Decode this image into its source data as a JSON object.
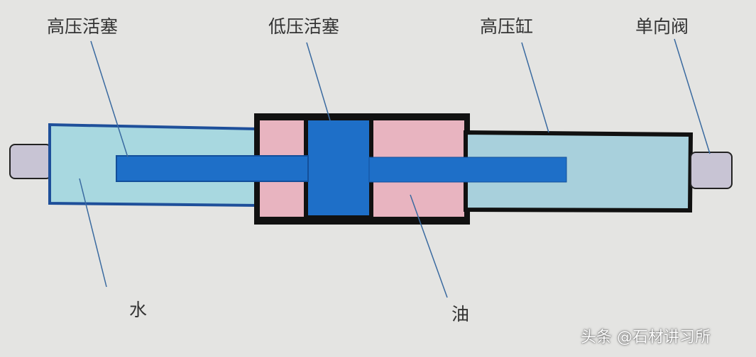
{
  "labels": {
    "high_pressure_piston": "高压活塞",
    "low_pressure_piston": "低压活塞",
    "high_pressure_cylinder": "高压缸",
    "check_valve": "单向阀",
    "water": "水",
    "oil": "油"
  },
  "watermark": "头条 @石材讲习所",
  "colors": {
    "background": "#e4e4e2",
    "water_chamber": "#a8d8e0",
    "oil_chamber": "#e8b4c0",
    "piston": "#1e6fc8",
    "valve": "#c8c4d4",
    "outline": "#111111",
    "leader_line": "#3a6aa0"
  }
}
